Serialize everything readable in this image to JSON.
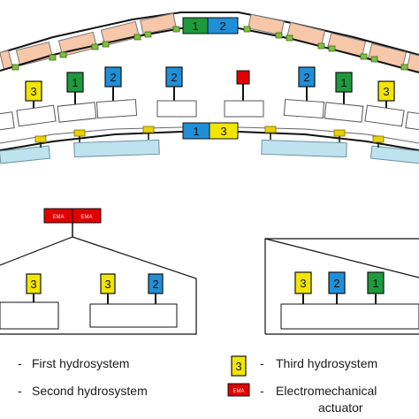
{
  "diagram": {
    "labels": {
      "one": "1",
      "two": "2",
      "three": "3",
      "ema": "EMA"
    },
    "colors": {
      "hydro1": "#1e9a3c",
      "hydro2": "#1f8fd8",
      "hydro3": "#f2e600",
      "ema": "#e00000",
      "flap": "#f6c7a8",
      "wing_lower": "#bfe3ee",
      "connector_green": "#7fbf3f",
      "connector_yellow": "#e8d200"
    },
    "legend": [
      {
        "dash": "-",
        "text": "First hydrosystem"
      },
      {
        "dash": "-",
        "text": "Second hydrosystem"
      },
      {
        "dash": "-",
        "text": "Third hydrosystem"
      },
      {
        "dash": "-",
        "text": "Electromechanical",
        "text2": "actuator"
      }
    ]
  }
}
